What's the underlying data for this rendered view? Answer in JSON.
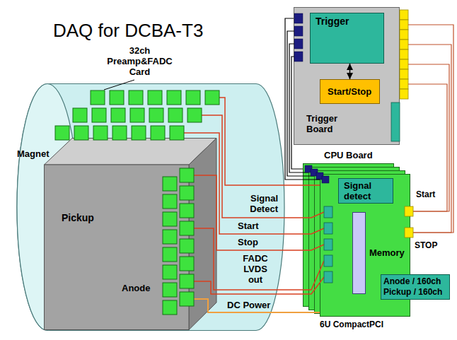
{
  "diagram": {
    "title": "DAQ for DCBA-T3",
    "nodes": [
      {
        "text": [
          "Magnet"
        ]
      },
      {
        "text": [
          "Pickup"
        ],
        "in": 0
      },
      {
        "text": [
          "Trigger Board"
        ]
      },
      {
        "text": [
          "Trigger"
        ],
        "in": 2
      },
      {
        "text": [
          "Start/Stop"
        ],
        "in": 2
      },
      {
        "text": [
          "CPU Board"
        ]
      },
      {
        "text": [
          "Signal detect"
        ],
        "in": 5
      },
      {
        "text": [
          "Anode / 160ch Pickup / 160ch"
        ],
        "in": 5
      }
    ],
    "edges": [
      {
        "from": 3,
        "to": 4,
        "arrow": "both"
      },
      {
        "from": 5,
        "to": 2,
        "arrow": "none"
      }
    ],
    "labels": [
      "32ch Preamp&FADC Card",
      "Anode",
      "Signal Detect",
      "Start",
      "Stop",
      "FADC LVDS out",
      "DC Power",
      "Memory",
      "Start",
      "STOP",
      "6U CompactPCI"
    ]
  }
}
